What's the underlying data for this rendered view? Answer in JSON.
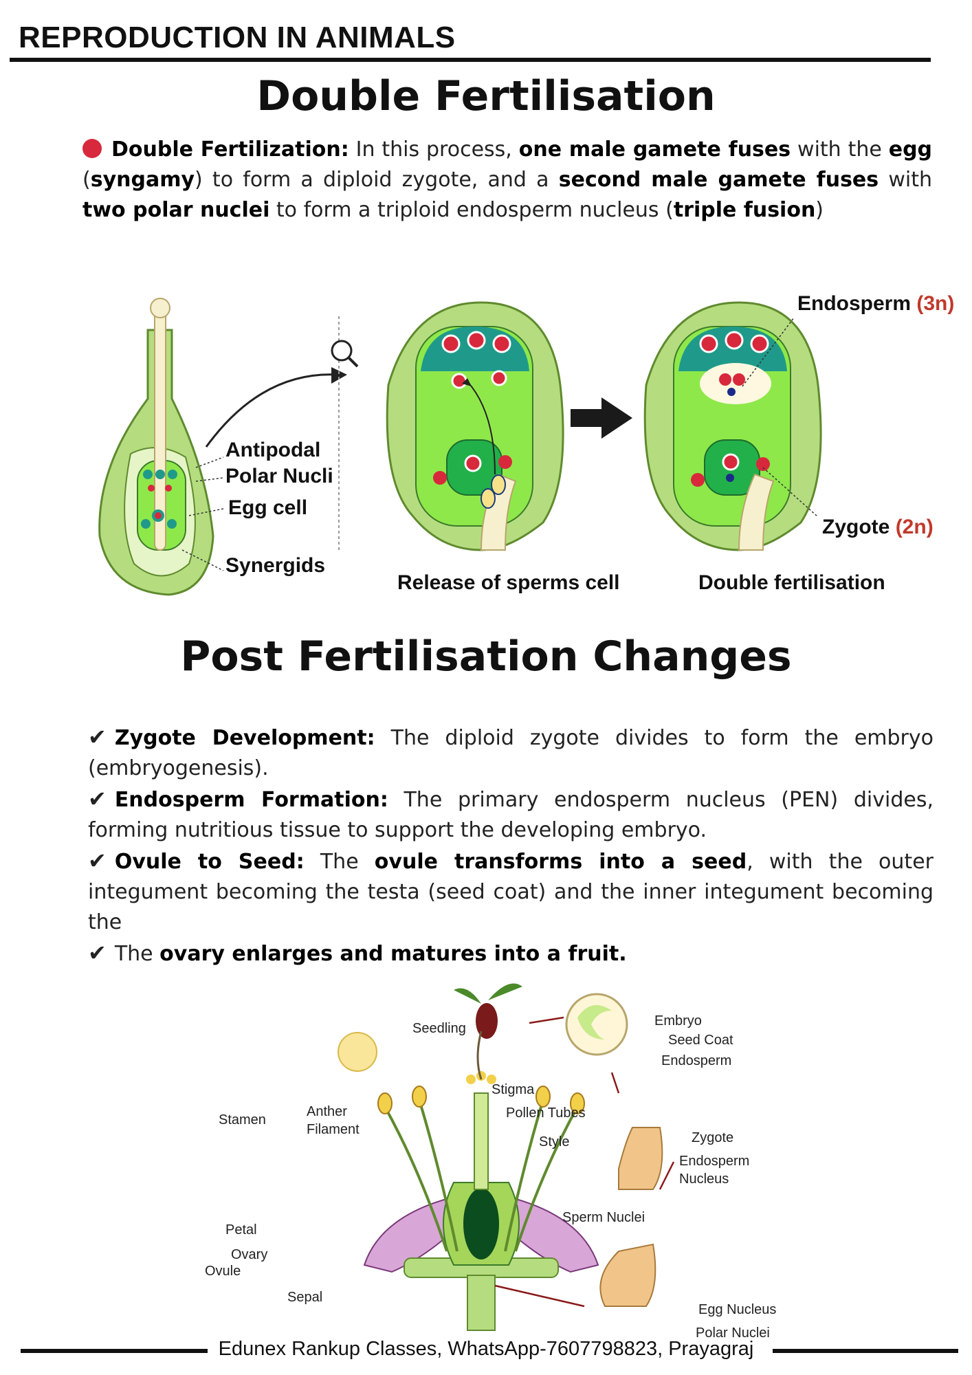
{
  "header": {
    "title": "REPRODUCTION IN ANIMALS"
  },
  "section1": {
    "heading": "Double Fertilisation",
    "term": "Double Fertilization:",
    "t1": " In this process, ",
    "b1": "one male gamete fuses",
    "t2": " with the ",
    "b2": "egg",
    "t3": " (",
    "b3": "syngamy",
    "t4": ") to form a diploid zygote, and a ",
    "b4": "second male gamete fuses",
    "t5": " with ",
    "b5": "two polar nuclei",
    "t6": " to form a triploid endosperm nucleus (",
    "b6": "triple fusion",
    "t7": ")"
  },
  "diagram1": {
    "antipodal": "Antipodal",
    "polar_nucli": "Polar Nucli",
    "egg_cell": "Egg cell",
    "synergids": "Synergids",
    "release": "Release of sperms cell",
    "double": "Double fertilisation",
    "endosperm": "Endosperm",
    "endosperm_ploidy": "(3n)",
    "zygote": "Zygote",
    "zygote_ploidy": "(2n)"
  },
  "section2": {
    "heading": "Post Fertilisation Changes",
    "items": [
      {
        "bold": "Zygote Development:",
        "text": " The diploid zygote divides to form the embryo (embryogenesis)."
      },
      {
        "bold": "Endosperm Formation:",
        "text": " The primary endosperm nucleus (PEN) divides, forming nutritious tissue to support the developing embryo."
      },
      {
        "bold": "Ovule to Seed:",
        "text1": " The ",
        "bold2": "ovule transforms into a seed",
        "text2": ", with the outer integument becoming the testa (seed coat) and the inner integument becoming the"
      },
      {
        "text": "The ",
        "bold": "ovary enlarges and matures into a fruit."
      }
    ]
  },
  "diagram2": {
    "seedling": "Seedling",
    "embryo": "Embryo",
    "seed_coat": "Seed Coat",
    "endosperm": "Endosperm",
    "stigma": "Stigma",
    "pollen_tubes": "Pollen Tubes",
    "style": "Style",
    "stamen": "Stamen",
    "anther": "Anther",
    "filament": "Filament",
    "zygote": "Zygote",
    "endosperm_nucleus_1": "Endosperm",
    "endosperm_nucleus_2": "Nucleus",
    "sperm_nuclei": "Sperm Nuclei",
    "petal": "Petal",
    "ovary": "Ovary",
    "ovule": "Ovule",
    "sepal": "Sepal",
    "egg_nucleus": "Egg Nucleus",
    "polar_nuclei": "Polar Nuclei"
  },
  "footer": {
    "text": "Edunex Rankup Classes, WhatsApp-7607798823, Prayagraj"
  },
  "colors": {
    "accent_red": "#d8283c",
    "ploidy_red": "#c0392b",
    "tissue_green": "#a9d86e",
    "sac_green": "#8fe84a",
    "cell_teal": "#1f9a8a"
  }
}
